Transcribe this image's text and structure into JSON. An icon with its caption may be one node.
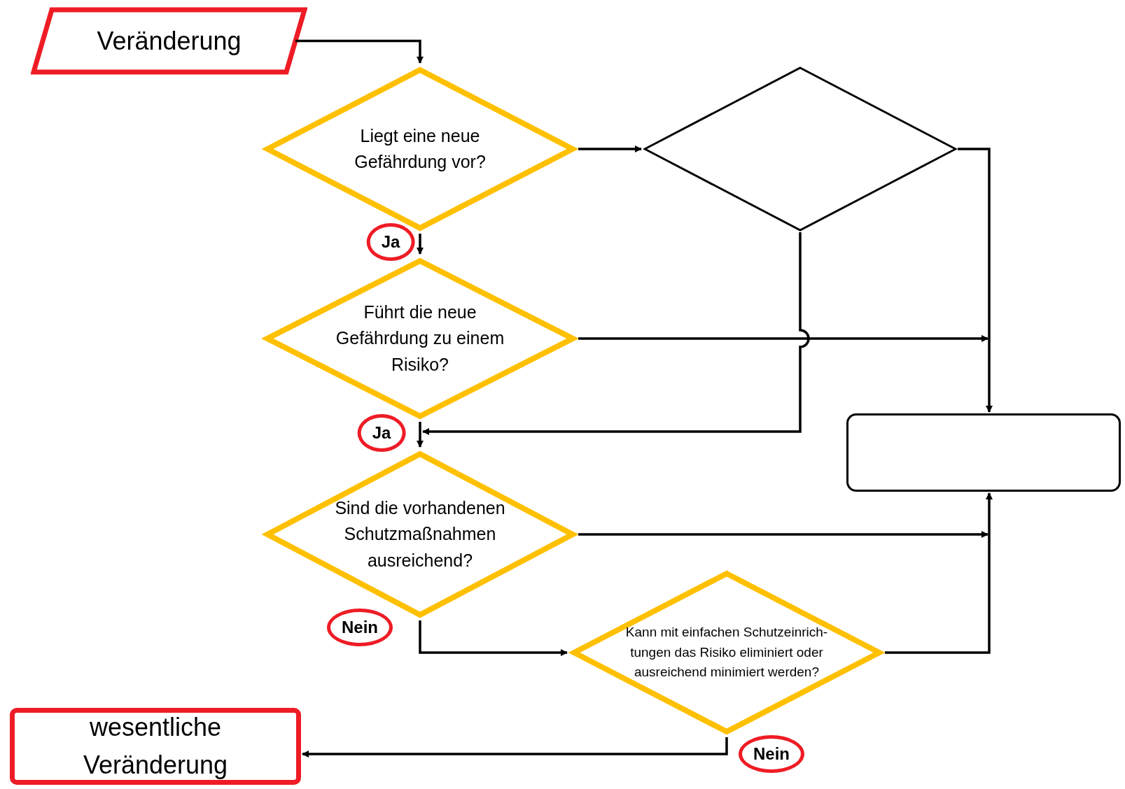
{
  "diagram": {
    "nodes": [
      {
        "text": [
          "Veränderung"
        ]
      },
      {
        "text": [
          "Liegt eine neue Gefährdung vor?"
        ]
      },
      {
        "text": [],
        "shape": "diamond"
      },
      {
        "text": [
          "Führt die neue Gefährdung zu einem Risiko?"
        ]
      },
      {
        "text": [],
        "shape": "box"
      },
      {
        "text": [
          "Sind die vorhandenen Schutzmaßnahmen ausreichend?"
        ]
      },
      {
        "text": [
          "Kann mit einfachen Schutzeinrich- tungen das Risiko eliminiert oder ausreichend minimiert werden?"
        ]
      },
      {
        "text": [
          "wesentliche Veränderung"
        ]
      }
    ],
    "edges": [
      {
        "from": 0,
        "to": 1,
        "arrow": "to"
      },
      {
        "from": 1,
        "to": 3,
        "arrow": "to",
        "label": "Ja"
      },
      {
        "from": 1,
        "to": 2,
        "arrow": "to"
      },
      {
        "from": 2,
        "to": 4,
        "arrow": "to"
      },
      {
        "from": 2,
        "to": 5,
        "arrow": "to"
      },
      {
        "from": 3,
        "to": 4,
        "arrow": "to"
      },
      {
        "from": 3,
        "to": 5,
        "arrow": "to",
        "label": "Ja"
      },
      {
        "from": 5,
        "to": 4,
        "arrow": "to"
      },
      {
        "from": 5,
        "to": 6,
        "arrow": "to",
        "label": "Nein"
      },
      {
        "from": 6,
        "to": 4,
        "arrow": "to"
      },
      {
        "from": 6,
        "to": 7,
        "arrow": "to",
        "label": "Nein"
      }
    ]
  }
}
